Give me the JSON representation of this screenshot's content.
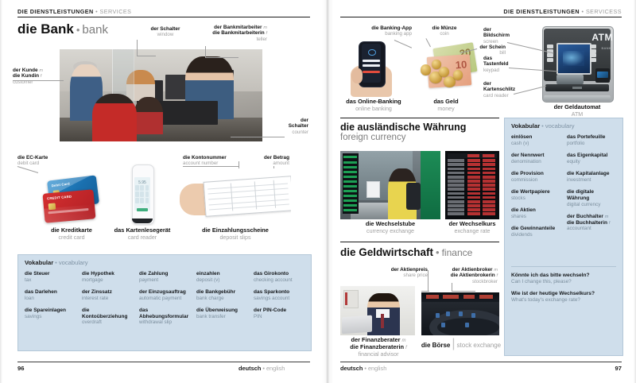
{
  "spread": {
    "left_page_number": "96",
    "right_page_number": "97",
    "footer_de": "deutsch",
    "footer_sep": "•",
    "footer_en": "english",
    "accent_vocab_bg": "#cfdeeb",
    "accent_text": "#1b1b1b",
    "accent_muted": "#a0a0a0"
  },
  "left": {
    "runhead": {
      "de": "DIE DIENSTLEISTUNGEN",
      "sep": "•",
      "en": "SERVICES"
    },
    "title": {
      "de": "die Bank",
      "sep": "•",
      "en": "bank"
    },
    "callouts": [
      {
        "de": "der Schalter",
        "gen": "",
        "en": "window"
      },
      {
        "de1": "der Bankmitarbeiter",
        "gen1": "m",
        "de2": "die Bankmitarbeiterin",
        "gen2": "f",
        "en": "teller"
      },
      {
        "de1": "der Kunde",
        "gen1": "m",
        "de2": "die Kundin",
        "gen2": "f",
        "en": "customer"
      },
      {
        "de1": "der",
        "de2": "Schalter",
        "en": "counter"
      }
    ],
    "items": [
      {
        "de": "die EC-Karte",
        "en": "debit card"
      },
      {
        "de": "die Kreditkarte",
        "en": "credit card"
      },
      {
        "de": "das Kartenlesegerät",
        "en": "card reader"
      },
      {
        "de": "die Kontonummer",
        "en": "account number"
      },
      {
        "de": "der Betrag",
        "en": "amount"
      },
      {
        "de": "die Einzahlungsscheine",
        "en": "deposit slips"
      }
    ],
    "vocab": {
      "title_de": "Vokabular",
      "sep": "•",
      "title_en": "vocabulary",
      "columns": [
        [
          {
            "de": "die Steuer",
            "en": "tax"
          },
          {
            "de": "das Darlehen",
            "en": "loan"
          },
          {
            "de": "die Spareinlagen",
            "en": "savings"
          }
        ],
        [
          {
            "de": "die Hypothek",
            "en": "mortgage"
          },
          {
            "de": "der Zinssatz",
            "en": "interest rate"
          },
          {
            "de": "die Kontoüberziehung",
            "en": "overdraft"
          }
        ],
        [
          {
            "de": "die Zahlung",
            "en": "payment"
          },
          {
            "de": "der Einzugsauftrag",
            "en": "automatic payment"
          },
          {
            "de": "das Abhebungsformular",
            "en": "withdrawal slip"
          }
        ],
        [
          {
            "de": "einzahlen",
            "en": "deposit (v)"
          },
          {
            "de": "die Bankgebühr",
            "en": "bank charge"
          },
          {
            "de": "die Überweisung",
            "en": "bank transfer"
          }
        ],
        [
          {
            "de": "das Girokonto",
            "en": "checking account"
          },
          {
            "de": "das Sparkonto",
            "en": "savings account"
          },
          {
            "de": "der PIN-Code",
            "en": "PIN"
          }
        ]
      ]
    }
  },
  "right": {
    "runhead": {
      "de": "DIE DIENSTLEISTUNGEN",
      "sep": "•",
      "en": "SERVICESS"
    },
    "top_items": [
      {
        "de": "die Banking-App",
        "en": "banking app"
      },
      {
        "de": "das Online-Banking",
        "en": "online banking"
      },
      {
        "de": "die Münze",
        "en": "coin"
      },
      {
        "de": "der Schein",
        "en": "bill"
      },
      {
        "de": "das Geld",
        "en": "money"
      },
      {
        "de1": "der",
        "de2": "Bildschirm",
        "en": "screen"
      },
      {
        "de1": "das",
        "de2": "Tastenfeld",
        "en": "keypad"
      },
      {
        "de1": "der",
        "de2": "Kartenschlitz",
        "en": "card reader"
      },
      {
        "de": "der Geldautomat",
        "en": "ATM"
      }
    ],
    "section_currency": {
      "title_de": "die ausländische Währung",
      "title_en": "foreign currency",
      "items": [
        {
          "de": "die Wechselstube",
          "en": "currency exchange"
        },
        {
          "de": "der Wechselkurs",
          "en": "exchange rate"
        }
      ]
    },
    "section_finance": {
      "title_de": "die Geldwirtschaft",
      "sep": "•",
      "title_en": "finance",
      "callouts": [
        {
          "de": "der Aktienpreis",
          "en": "share price"
        },
        {
          "de1": "der Aktienbroker",
          "gen1": "m",
          "de2": "die Aktienbrokerin",
          "gen2": "f",
          "en": "stockbroker"
        }
      ],
      "items": [
        {
          "de1": "der Finanzberater",
          "gen1": "m",
          "de2": "die Finanzberaterin",
          "gen2": "f",
          "en": "financial advisor"
        },
        {
          "de": "die Börse",
          "bar": "|",
          "en": "stock exchange"
        }
      ]
    },
    "vocab": {
      "title_de": "Vokabular",
      "sep": "•",
      "title_en": "vocabulary",
      "columns": [
        [
          {
            "de": "einlösen",
            "en": "cash (v)"
          },
          {
            "de": "der Nennwert",
            "en": "denomination"
          },
          {
            "de": "die Provision",
            "en": "commission"
          },
          {
            "de": "die Wertpapiere",
            "en": "stocks"
          },
          {
            "de": "die Aktien",
            "en": "shares"
          },
          {
            "de": "die Gewinnanteile",
            "en": "dividends"
          }
        ],
        [
          {
            "de": "das Portefeuille",
            "en": "portfolio"
          },
          {
            "de": "das Eigenkapital",
            "en": "equity"
          },
          {
            "de": "die Kapitalanlage",
            "en": "investment"
          },
          {
            "de": "die digitale Währung",
            "en": "digital currency"
          },
          {
            "de": "der Buchhalter",
            "gen": "m",
            "de2": "die Buchhalterin",
            "gen2": "f",
            "en": "accountant"
          }
        ]
      ],
      "phrases": [
        {
          "de": "Könnte ich das bitte wechseln?",
          "en": "Can I change this, please?"
        },
        {
          "de": "Wie ist der heutige Wechselkurs?",
          "en": "What's today's exchange rate?"
        }
      ]
    }
  }
}
